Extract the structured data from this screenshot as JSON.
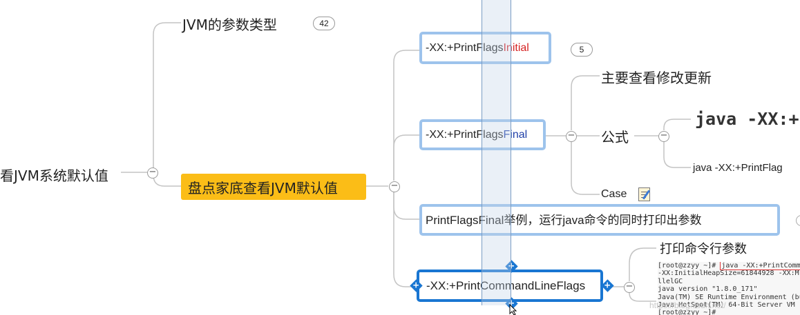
{
  "colors": {
    "root_fill": "#fbbd17",
    "node_border": "#9dc3ec",
    "selected_border": "#1976d2",
    "initial_red": "#d62222",
    "final_blue": "#1f3fa8"
  },
  "left": {
    "parent_topic": "看JVM系统默认值",
    "param_types_topic": "JVM的参数类型",
    "param_types_badge": "42",
    "root_topic": "盘点家底查看JVM默认值"
  },
  "nodes": {
    "initial": {
      "prefix": "-XX:+PrintFlags",
      "suffix": "Initial",
      "badge": "5"
    },
    "final": {
      "prefix": "-XX:+PrintFlags",
      "suffix": "Final"
    },
    "example": "PrintFlagsFinal举例，运行java命令的同时打印出参数",
    "cmdline": "-XX:+PrintCommandLineFlags"
  },
  "final_children": {
    "main_update": "主要查看修改更新",
    "formula": "公式",
    "formula_big": "java -XX:+",
    "formula_small": "java -XX:+PrintFlag",
    "case": "Case",
    "case_icon": "memo-icon"
  },
  "cmdline_children": {
    "label": "打印命令行参数",
    "terminal": {
      "line1_prompt": "[root@zzyy ~]# ",
      "line1_cmd": "java -XX:+PrintComm",
      "line2": "-XX:InitialHeapSize=61844928 -XX:M",
      "line3": "llelGC",
      "line4": "java version \"1.8.0_171\"",
      "line5": "Java(TM) SE Runtime Environment (bu",
      "line6": "Java HotSpot(TM) 64-Bit Server VM (",
      "line7": "[root@zzyy ~]#"
    }
  },
  "watermark": "https://blog.csdn.net/"
}
